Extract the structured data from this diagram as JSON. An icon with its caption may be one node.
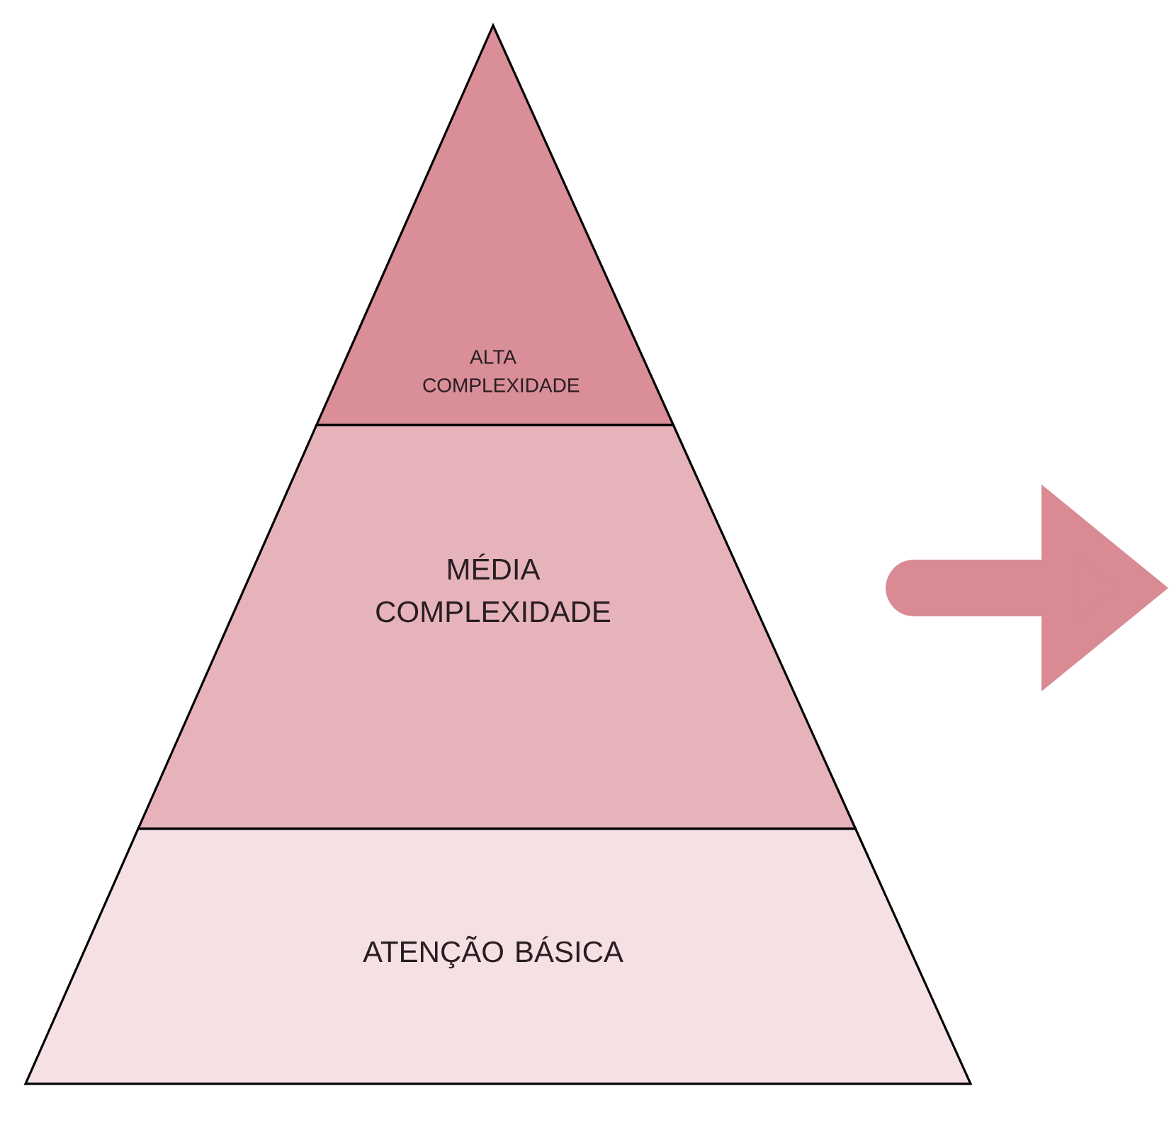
{
  "diagram": {
    "nodes": [
      {
        "text": [
          "ALTA COMPLEXIDADE"
        ]
      },
      {
        "text": [
          "MÉDIA COMPLEXIDADE"
        ]
      },
      {
        "text": [
          "ATENÇÃO BÁSICA"
        ]
      }
    ]
  }
}
